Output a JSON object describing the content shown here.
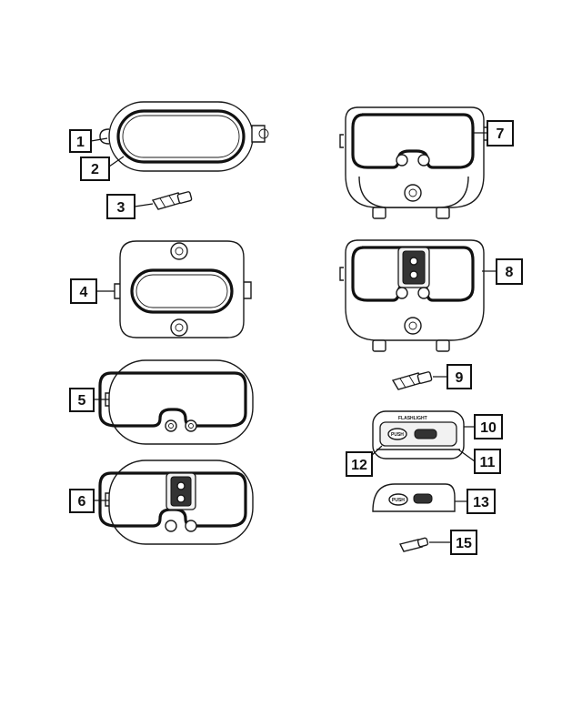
{
  "callouts": [
    {
      "id": "1",
      "label": "1"
    },
    {
      "id": "2",
      "label": "2"
    },
    {
      "id": "3",
      "label": "3"
    },
    {
      "id": "4",
      "label": "4"
    },
    {
      "id": "5",
      "label": "5"
    },
    {
      "id": "6",
      "label": "6"
    },
    {
      "id": "7",
      "label": "7"
    },
    {
      "id": "8",
      "label": "8"
    },
    {
      "id": "9",
      "label": "9"
    },
    {
      "id": "10",
      "label": "10"
    },
    {
      "id": "11",
      "label": "11"
    },
    {
      "id": "12",
      "label": "12"
    },
    {
      "id": "13",
      "label": "13"
    },
    {
      "id": "15",
      "label": "15"
    }
  ],
  "part_text": {
    "lamp_label": "FLASHLIGHT",
    "button_label_a": "PUSH",
    "button_label_b": "PUSH"
  }
}
